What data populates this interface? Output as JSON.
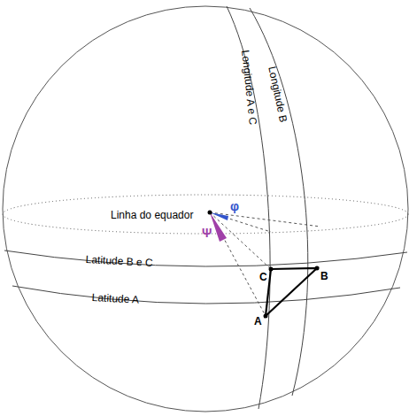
{
  "diagram": {
    "labels": [
      "Longitude A e C",
      "Longitude B",
      "Linha do equador",
      "Latitude B e C",
      "Latitude A",
      "C",
      "B",
      "A",
      "φ",
      "Ψ"
    ]
  }
}
